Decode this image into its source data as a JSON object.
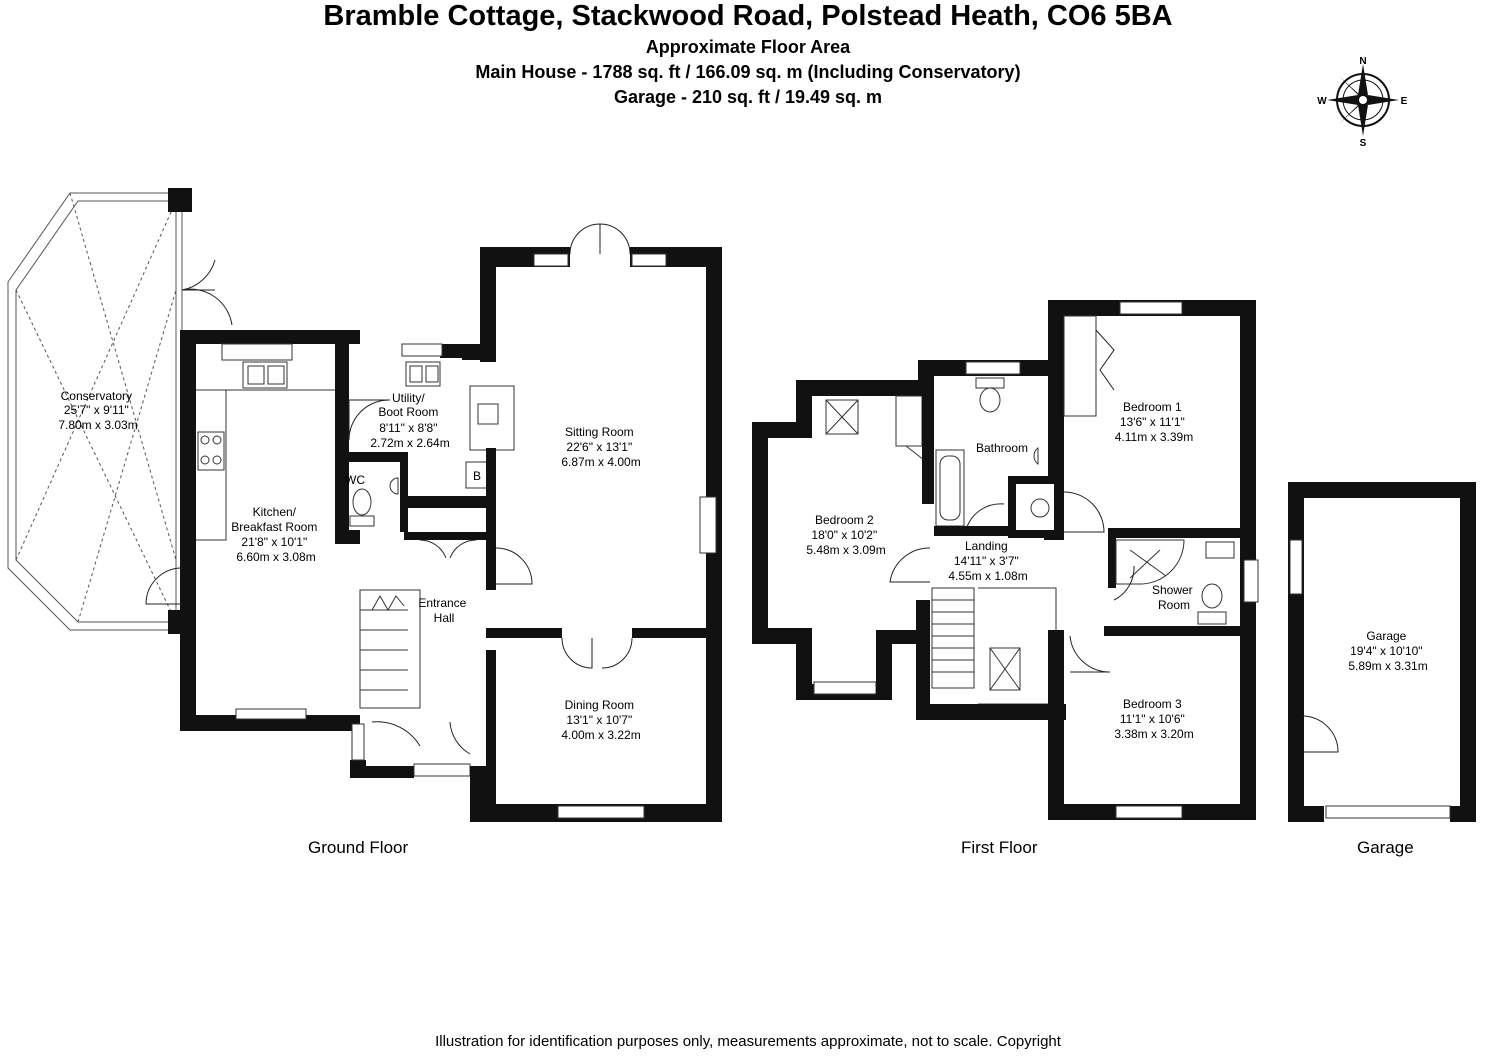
{
  "header": {
    "title": "Bramble Cottage, Stackwood Road, Polstead Heath, CO6 5BA",
    "subtitle": "Approximate Floor Area",
    "main_house": "Main House - 1788 sq. ft / 166.09 sq. m (Including Conservatory)",
    "garage": "Garage - 210 sq. ft / 19.49 sq. m"
  },
  "compass": {
    "n": "N",
    "s": "S",
    "e": "E",
    "w": "W"
  },
  "rooms": {
    "conservatory": [
      "Conservatory",
      "25'7\" x 9'11\"",
      "7.80m x 3.03m"
    ],
    "utility": [
      "Utility/",
      "Boot Room",
      "8'11\" x 8'8\"",
      "2.72m x 2.64m"
    ],
    "sitting": [
      "Sitting Room",
      "22'6\" x 13'1\"",
      "6.87m x 4.00m"
    ],
    "wc": [
      "WC"
    ],
    "boiler": [
      "B"
    ],
    "kitchen": [
      "Kitchen/",
      "Breakfast Room",
      "21'8\" x 10'1\"",
      "6.60m x 3.08m"
    ],
    "entrance": [
      "Entrance",
      "Hall"
    ],
    "dining": [
      "Dining Room",
      "13'1\" x 10'7\"",
      "4.00m x 3.22m"
    ],
    "bedroom2": [
      "Bedroom 2",
      "18'0\" x 10'2\"",
      "5.48m x 3.09m"
    ],
    "bathroom": [
      "Bathroom"
    ],
    "bedroom1": [
      "Bedroom 1",
      "13'6\" x 11'1\"",
      "4.11m x 3.39m"
    ],
    "landing": [
      "Landing",
      "14'11\" x 3'7\"",
      "4.55m x 1.08m"
    ],
    "shower": [
      "Shower",
      "Room"
    ],
    "bedroom3": [
      "Bedroom 3",
      "11'1\" x 10'6\"",
      "3.38m x 3.20m"
    ],
    "garage": [
      "Garage",
      "19'4\" x 10'10\"",
      "5.89m x 3.31m"
    ]
  },
  "floors": {
    "ground": "Ground Floor",
    "first": "First Floor",
    "garage": "Garage"
  },
  "footer": "Illustration for identification purposes only, measurements approximate, not to scale. Copyright"
}
